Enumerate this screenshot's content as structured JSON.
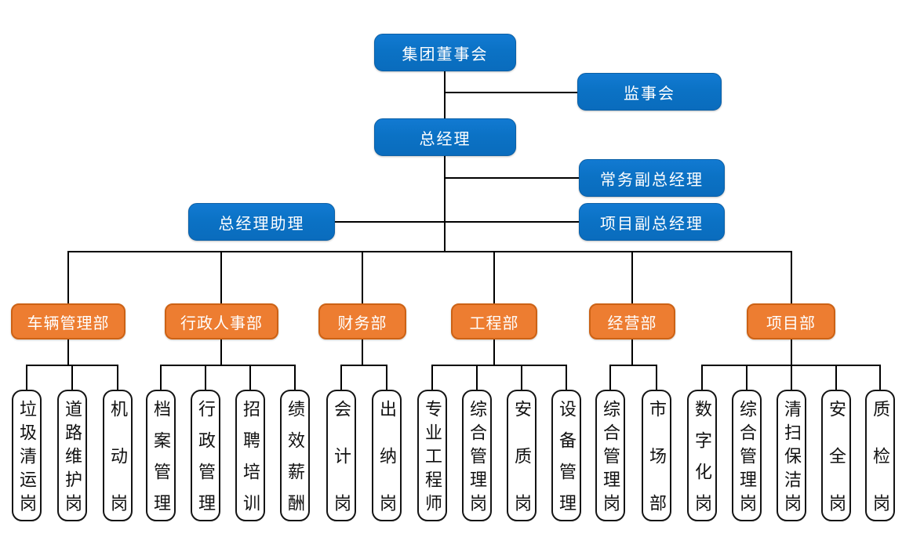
{
  "colors": {
    "executive_blue": "#0b72c5",
    "department_orange": "#ed7d31",
    "department_border": "#cc6215",
    "leaf_border": "#141414",
    "connector": "#000000",
    "text_on_fill": "#ffffff",
    "leaf_text": "#111111"
  },
  "executives": {
    "board": "集团董事会",
    "supervisory_board": "监事会",
    "general_manager": "总经理",
    "executive_deputy_gm": "常务副总经理",
    "gm_assistant": "总经理助理",
    "project_deputy_gm": "项目副总经理"
  },
  "departments": [
    {
      "label": "车辆管理部",
      "positions": [
        "垃圾清运岗",
        "道路维护岗",
        "机动岗"
      ]
    },
    {
      "label": "行政人事部",
      "positions": [
        "档案管理",
        "行政管理",
        "招聘培训",
        "绩效薪酬"
      ]
    },
    {
      "label": "财务部",
      "positions": [
        "会计岗",
        "出纳岗"
      ]
    },
    {
      "label": "工程部",
      "positions": [
        "专业工程师",
        "综合管理岗",
        "安质岗",
        "设备管理"
      ]
    },
    {
      "label": "经营部",
      "positions": [
        "综合管理岗",
        "市场部"
      ]
    },
    {
      "label": "项目部",
      "positions": [
        "数字化岗",
        "综合管理岗",
        "清扫保洁岗",
        "安全岗",
        "质检岗"
      ]
    }
  ]
}
